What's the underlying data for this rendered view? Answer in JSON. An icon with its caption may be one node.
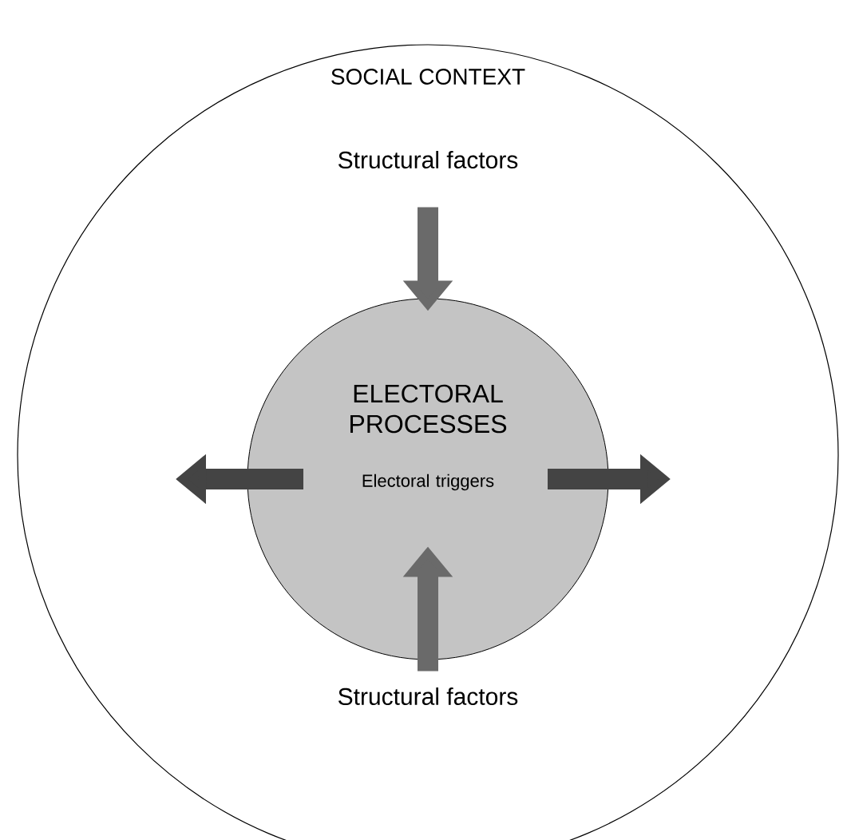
{
  "diagram": {
    "nodes": [
      {
        "text": [
          "SOCIAL CONTEXT"
        ]
      },
      {
        "text": [
          "ELECTORAL PROCESSES",
          "Electoral triggers"
        ],
        "in": 0
      },
      {
        "text": [
          "Structural factors"
        ],
        "in": 0
      },
      {
        "text": [
          "Structural factors"
        ],
        "in": 0
      }
    ],
    "edges": [
      {
        "from": 2,
        "to": 1,
        "arrow": "to"
      },
      {
        "from": 3,
        "to": 1,
        "arrow": "to"
      },
      {
        "from": 1,
        "to": null,
        "arrow": "to",
        "color": "#444444"
      },
      {
        "from": 1,
        "to": null,
        "arrow": "to",
        "color": "#444444"
      }
    ]
  }
}
